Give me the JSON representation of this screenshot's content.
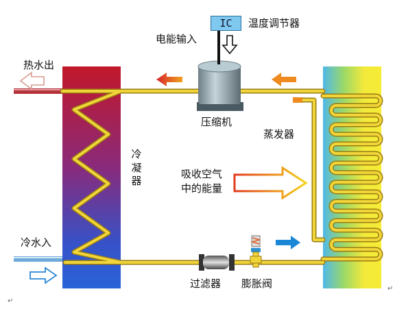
{
  "labels": {
    "ic": "IC",
    "thermostat": "温度调节器",
    "power_input": "电能输入",
    "hot_water_out": "热水出",
    "compressor": "压缩机",
    "evaporator": "蒸发器",
    "condenser": "冷凝器",
    "absorb_energy_line1": "吸收空气",
    "absorb_energy_line2": "中的能量",
    "cold_water_in": "冷水入",
    "filter": "过滤器",
    "expansion_valve": "膨胀阀",
    "para_mark": "↵"
  },
  "colors": {
    "pipe": "#f0d53a",
    "pipe_edge": "#9a7c10",
    "flow_arrow_red": "#e0302a",
    "flow_arrow_orange": "#ee8a20",
    "flow_arrow_blue": "#1a86d6",
    "hot_pipe": "#b4323a",
    "cold_pipe": "#6fa9d8"
  }
}
